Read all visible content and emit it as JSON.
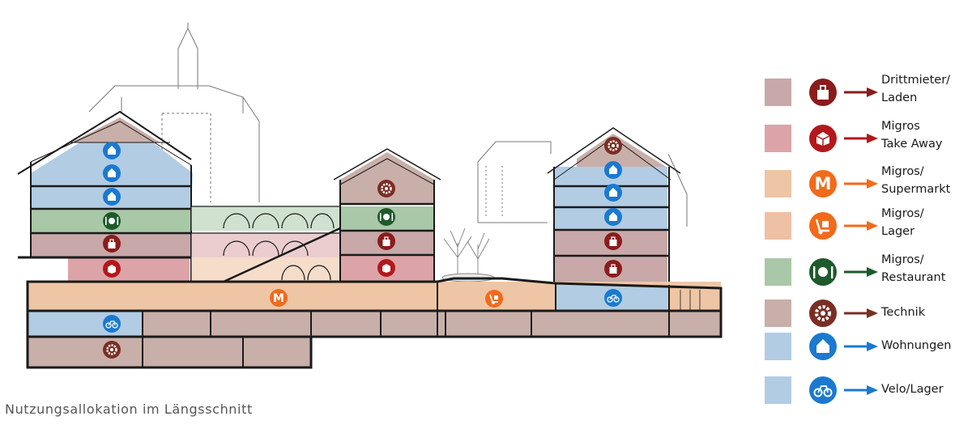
{
  "caption": "Nutzungsallokation im Längsschnitt",
  "colors": {
    "drittmieter": "#c8a8a8",
    "takeaway": "#dca4a8",
    "supermarkt": "#eec6a6",
    "lager": "#eec0a4",
    "restaurant": "#a9c8a7",
    "technik": "#c9afa9",
    "wohnungen": "#b2cce4",
    "velo": "#b2cce4",
    "icon_drittmieter": "#8a1c1c",
    "icon_takeaway": "#b3181c",
    "icon_supermarkt": "#f26a1b",
    "icon_lager": "#f26a1b",
    "icon_restaurant": "#1e5a2c",
    "icon_technik": "#7a2e24",
    "icon_wohnungen": "#1b79d0",
    "icon_velo": "#1b79d0"
  },
  "legend": [
    {
      "key": "drittmieter",
      "icon": "shopping-bag-icon",
      "label_lines": [
        "Drittmieter/",
        "Laden"
      ]
    },
    {
      "key": "takeaway",
      "icon": "takeaway-box-icon",
      "label_lines": [
        "Migros",
        "Take Away"
      ]
    },
    {
      "key": "supermarkt",
      "icon": "migros-m-icon",
      "label_lines": [
        "Migros/",
        "Supermarkt"
      ]
    },
    {
      "key": "lager",
      "icon": "hand-truck-icon",
      "label_lines": [
        "Migros/",
        "Lager"
      ]
    },
    {
      "key": "restaurant",
      "icon": "plate-cutlery-icon",
      "label_lines": [
        "Migros/",
        "Restaurant"
      ]
    },
    {
      "key": "technik",
      "icon": "gear-icon",
      "label_lines": [
        "Technik"
      ]
    },
    {
      "key": "wohnungen",
      "icon": "house-icon",
      "label_lines": [
        "Wohnungen"
      ]
    },
    {
      "key": "velo",
      "icon": "bicycle-icon",
      "label_lines": [
        "Velo/Lager"
      ]
    }
  ],
  "m_letter": "M"
}
